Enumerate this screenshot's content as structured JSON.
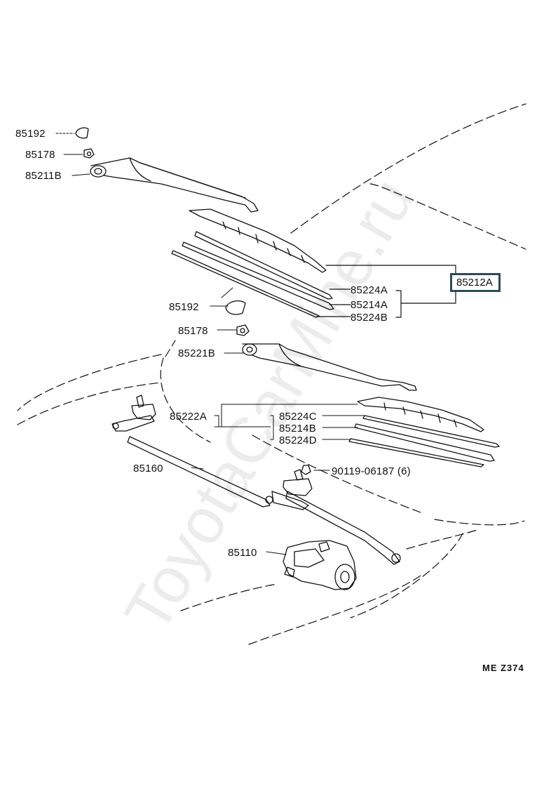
{
  "watermark": "ToyotaCarMine.ru",
  "diagram_code": "ME  Z374",
  "highlight_color": "#2b4a5e",
  "parts": {
    "p85192_top": "85192",
    "p85178_top": "85178",
    "p85211B": "85211B",
    "p85212A": "85212A",
    "p85224A": "85224A",
    "p85214A": "85214A",
    "p85224B": "85224B",
    "p85192_mid": "85192",
    "p85178_mid": "85178",
    "p85221B": "85221B",
    "p85222A": "85222A",
    "p85224C": "85224C",
    "p85214B": "85214B",
    "p85224D": "85224D",
    "p85160": "85160",
    "p90119": "90119-06187 (6)",
    "p85110": "85110"
  }
}
